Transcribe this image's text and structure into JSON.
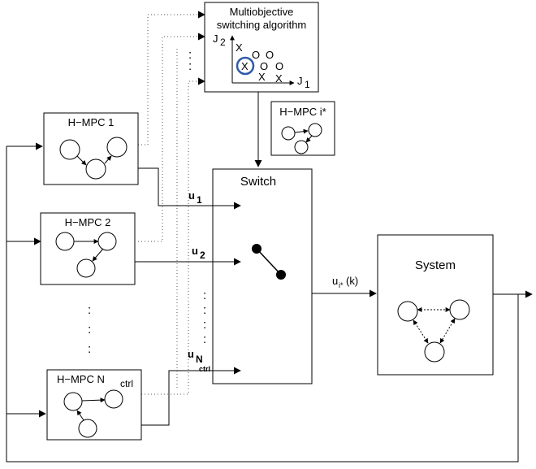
{
  "diagram": {
    "algorithm": {
      "title_line1": "Multiobjective",
      "title_line2": "switching algorithm",
      "axis_j2": "J",
      "axis_j2_sub": "2",
      "axis_j1": "J",
      "axis_j1_sub": "1",
      "mark_x": "X",
      "mark_o": "O",
      "vdots": ":"
    },
    "selected_controller": {
      "label": "H−MPC i*"
    },
    "controllers": [
      {
        "label": "H−MPC 1"
      },
      {
        "label": "H−MPC 2"
      },
      {
        "label": "H−MPC N",
        "label_sub": "ctrl"
      }
    ],
    "ellipsis": ":",
    "switch": {
      "label": "Switch"
    },
    "inputs": [
      {
        "label": "u",
        "sub": "1"
      },
      {
        "label": "u",
        "sub": "2"
      },
      {
        "label": "u",
        "sub": "N",
        "subsub": "ctrl"
      }
    ],
    "output": {
      "label": "u",
      "sub": "i*",
      "suffix": "(k)"
    },
    "system": {
      "label": "System"
    },
    "colors": {
      "line": "#000000",
      "selection_circle": "#2f5aa8",
      "dotted": "#555555"
    }
  }
}
